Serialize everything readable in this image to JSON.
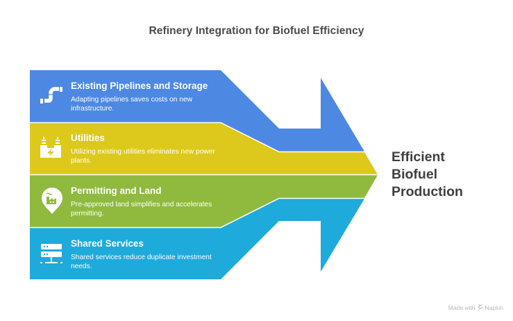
{
  "title": "Refinery Integration for Biofuel Efficiency",
  "colors": {
    "pipelines": "#4d88e3",
    "utilities": "#dcc91b",
    "permitting": "#8fba3d",
    "services": "#1eaadb",
    "title_text": "#4a4a4a",
    "outcome_text": "#3f3f3f"
  },
  "bands": [
    {
      "icon": "pipe-icon",
      "title": "Existing Pipelines and Storage",
      "description": "Adapting pipelines saves costs on new infrastructure."
    },
    {
      "icon": "power-plant-icon",
      "title": "Utilities",
      "description": "Utilizing existing utilities eliminates new power plants."
    },
    {
      "icon": "factory-location-pin-icon",
      "title": "Permitting and Land",
      "description": "Pre-approved land simplifies and accelerates permitting."
    },
    {
      "icon": "server-network-icon",
      "title": "Shared Services",
      "description": "Shared services reduce duplicate investment needs."
    }
  ],
  "outcome": {
    "line1": "Efficient",
    "line2": "Biofuel",
    "line3": "Production"
  },
  "footer": {
    "made_with": "Made with",
    "brand": "Napkin"
  }
}
